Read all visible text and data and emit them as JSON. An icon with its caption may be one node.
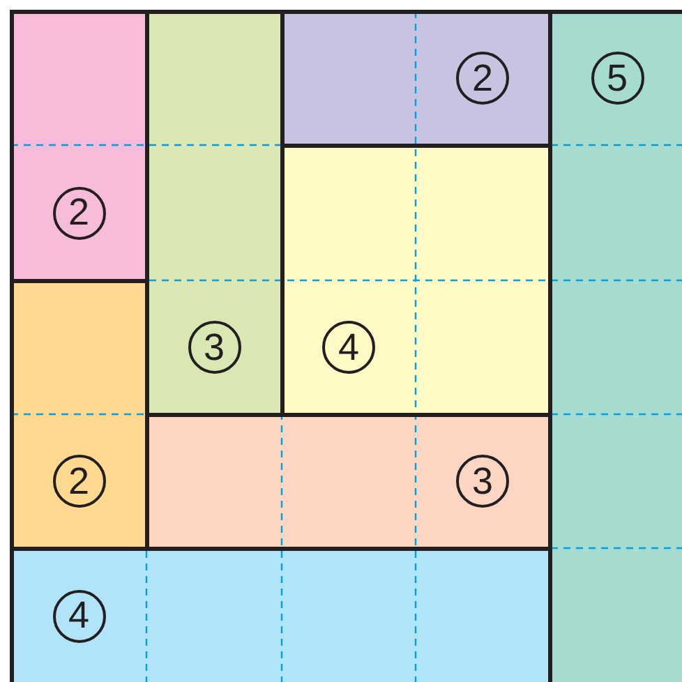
{
  "diagram": {
    "nodes": [
      {
        "text": [
          "2"
        ]
      },
      {
        "text": [
          "3"
        ]
      },
      {
        "text": [
          "2"
        ]
      },
      {
        "text": [
          "5"
        ]
      },
      {
        "text": [
          "4"
        ]
      },
      {
        "text": [
          "2"
        ]
      },
      {
        "text": [
          "3"
        ]
      },
      {
        "text": [
          "4"
        ]
      }
    ]
  }
}
